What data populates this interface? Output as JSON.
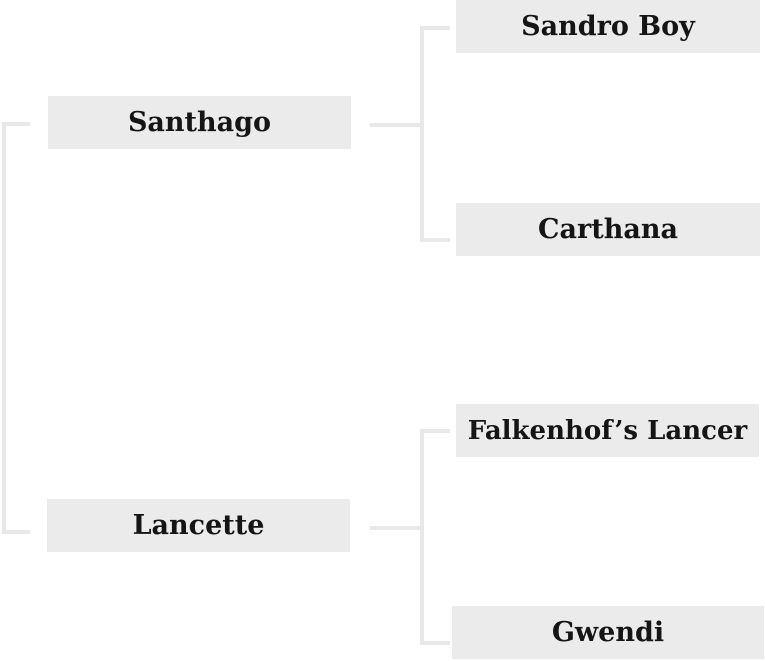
{
  "pedigree": {
    "parents": {
      "sire": "Santhago",
      "dam": "Lancette"
    },
    "grandparents": {
      "sire_sire": "Sandro Boy",
      "sire_dam": "Carthana",
      "dam_sire": "Falkenhof’s Lancer",
      "dam_dam": "Gwendi"
    }
  },
  "colors": {
    "box_fill": "#ebebeb",
    "connector": "#e8e8e8",
    "text": "#151515"
  }
}
